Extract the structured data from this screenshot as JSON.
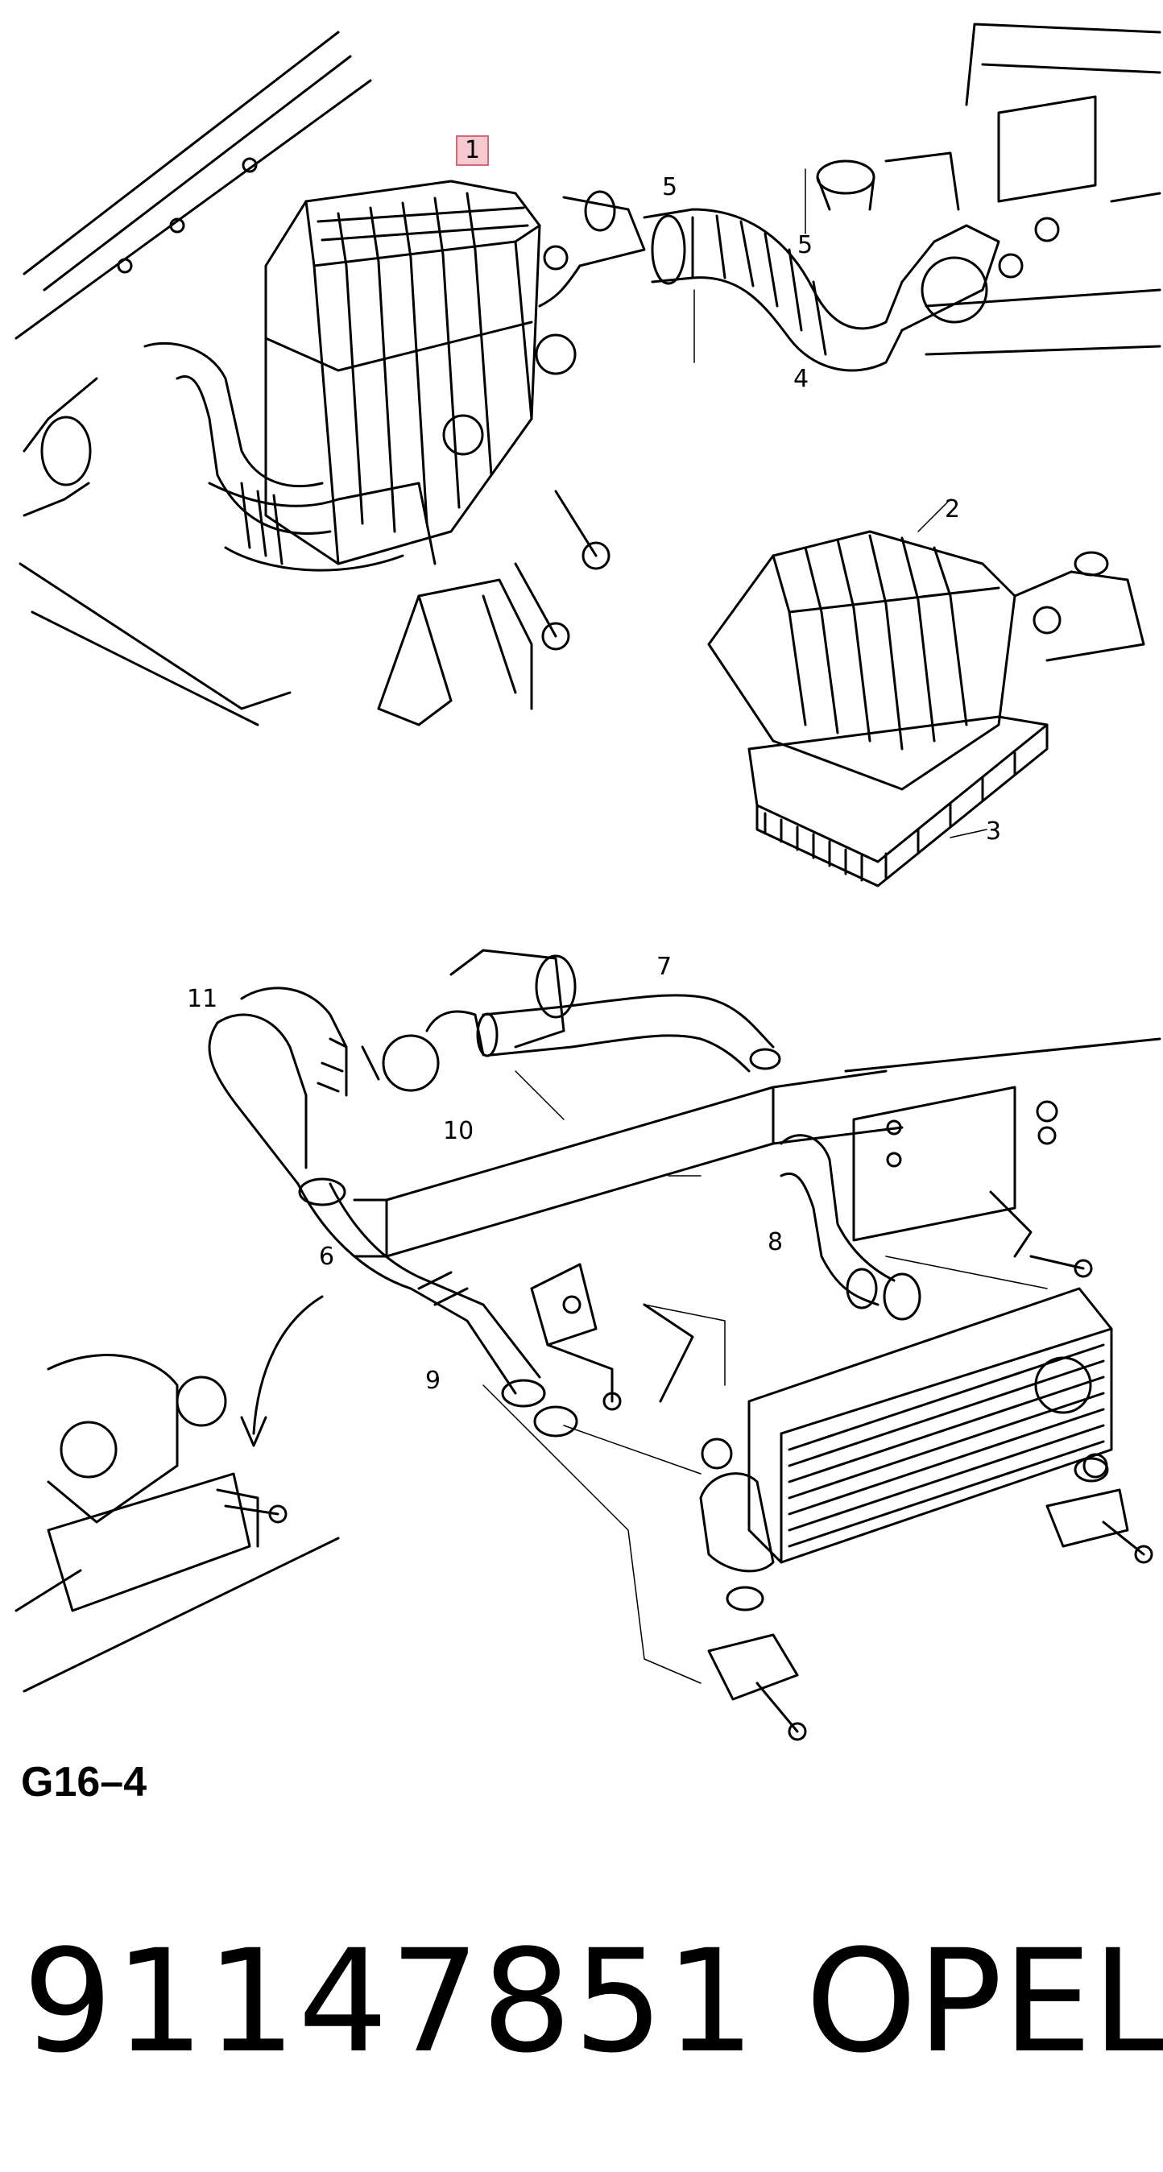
{
  "diagram": {
    "callouts": {
      "c1": "1",
      "c2": "2",
      "c3": "3",
      "c4": "4",
      "c5a": "5",
      "c5b": "5",
      "c6": "6",
      "c7": "7",
      "c8": "8",
      "c9": "9",
      "c10": "10",
      "c11": "11"
    },
    "highlight_color": "#f7c9cf",
    "highlighted_callout": "1"
  },
  "footer": {
    "section_code": "G16–4",
    "part_number": "91147851",
    "brand": "OPEL"
  }
}
